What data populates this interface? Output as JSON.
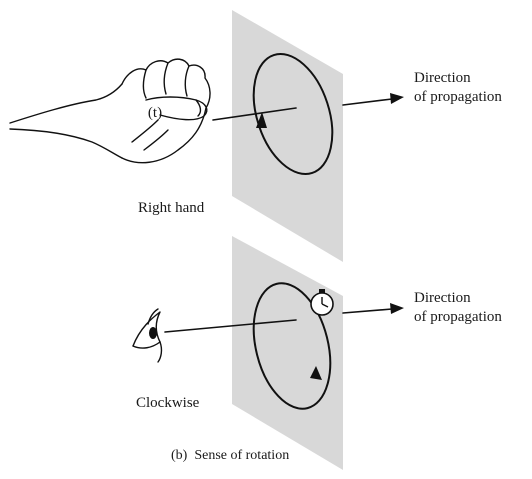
{
  "top_panel": {
    "label": "Right hand",
    "direction_line1": "Direction",
    "direction_line2": "of propagation",
    "hand_mark": "(t)",
    "icons": [
      "right-hand-icon",
      "rotation-arrow-icon",
      "propagation-arrow-icon"
    ]
  },
  "bottom_panel": {
    "label": "Clockwise",
    "direction_line1": "Direction",
    "direction_line2": "of propagation",
    "icons": [
      "eye-icon",
      "clock-icon",
      "rotation-arrow-icon",
      "propagation-arrow-icon"
    ]
  },
  "caption": "(b)  Sense of rotation",
  "colors": {
    "plane": "#d8d8d8",
    "ink": "#111111"
  }
}
